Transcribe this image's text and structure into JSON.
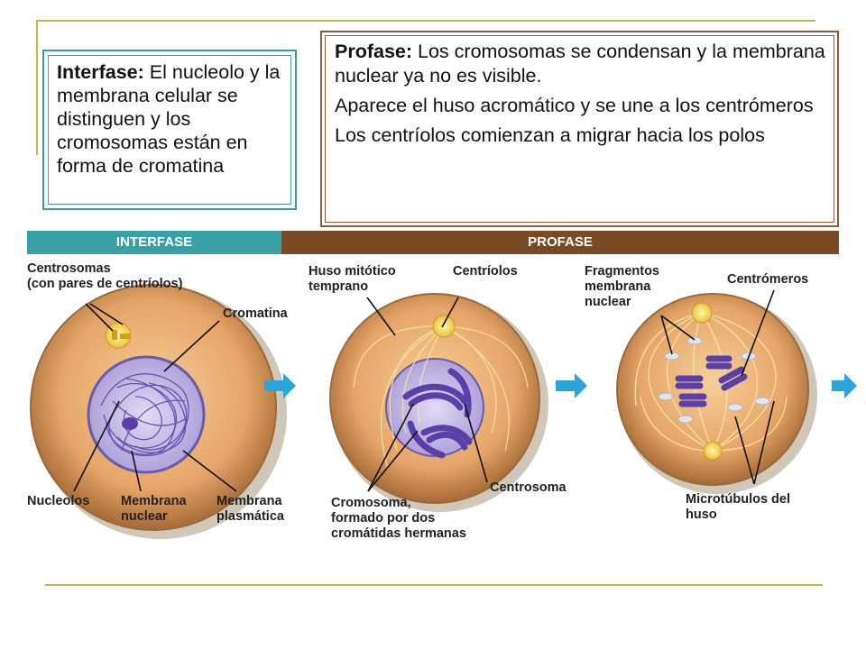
{
  "interfase_box": {
    "term": "Interfase:",
    "text": " El nucleolo y la membrana celular se distinguen y los cromosomas están en forma de cromatina"
  },
  "profase_box": {
    "term": "Profase:",
    "p1": " Los cromosomas se condensan y la membrana nuclear ya no es visible.",
    "p2": "Aparece el huso acromático y se une a los centrómeros",
    "p3": "Los centríolos comienzan a migrar hacia los polos"
  },
  "bands": {
    "interfase": "INTERFASE",
    "profase": "PROFASE"
  },
  "labels": {
    "centrosomas_1": "Centrosomas",
    "centrosomas_2": "(con pares de centríolos)",
    "cromatina": "Cromatina",
    "nucleolos": "Nucleolos",
    "membrana_nuclear_1": "Membrana",
    "membrana_nuclear_2": "nuclear",
    "membrana_plasmatica_1": "Membrana",
    "membrana_plasmatica_2": "plasmática",
    "huso_1": "Huso mitótico",
    "huso_2": "temprano",
    "centriolos": "Centríolos",
    "centrosoma": "Centrosoma",
    "cromosoma_1": "Cromosoma,",
    "cromosoma_2": "formado por dos",
    "cromosoma_3": "cromátidas hermanas",
    "fragmentos_1": "Fragmentos",
    "fragmentos_2": "membrana",
    "fragmentos_3": "nuclear",
    "centromeros": "Centrómeros",
    "microtubulos_1": "Microtúbulos del",
    "microtubulos_2": "huso"
  },
  "colors": {
    "interfase_band": "#3aa0a8",
    "profase_band": "#7a4a24",
    "cell_fill": "#e6a567",
    "nucleus_fill": "#c7bfe6",
    "chromosome": "#5b3fa8",
    "arrow": "#2aa6dc"
  }
}
